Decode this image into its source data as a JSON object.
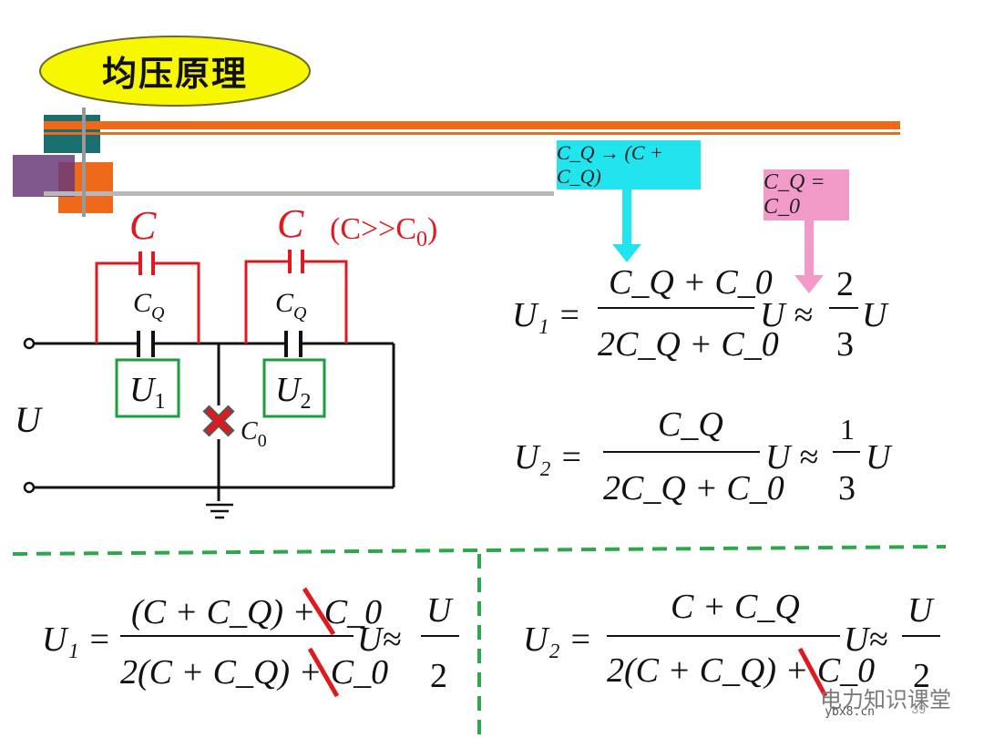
{
  "title": "均压原理",
  "circuit": {
    "cap_label_1": "C",
    "cap_label_2": "C",
    "condition": "(C>>C",
    "condition_sub": "0",
    "condition_close": ")",
    "cq_label": "C",
    "cq_sub": "Q",
    "u1_box": "U",
    "u1_sub": "1",
    "u2_box": "U",
    "u2_sub": "2",
    "source_label": "U",
    "c0_label": "C",
    "c0_sub": "0"
  },
  "tags": {
    "cyan": "C_Q → (C + C_Q)",
    "pink": "C_Q = C_0"
  },
  "equations": {
    "u1": {
      "lhs": "U₁ =",
      "num": "C_Q + C_0",
      "den": "2C_Q + C_0",
      "tail": "U ≈",
      "frac_num": "2",
      "frac_den": "3",
      "end": "U"
    },
    "u2": {
      "lhs": "U₂ =",
      "num": "C_Q",
      "den": "2C_Q + C_0",
      "tail": "U ≈",
      "frac_num": "1",
      "frac_den": "3",
      "end": "U"
    },
    "u1b": {
      "lhs": "U₁ =",
      "num": "(C + C_Q) + C_0",
      "den": "2(C + C_Q) + C_0",
      "tail": "U≈",
      "frac_num": "U",
      "frac_den": "2"
    },
    "u2b": {
      "lhs": "U₂ =",
      "num": "C + C_Q",
      "den": "2(C + C_Q) + C_0",
      "tail": "U≈",
      "frac_num": "U",
      "frac_den": "2"
    }
  },
  "footer": {
    "watermark": "电力知识课堂",
    "site": "ybx8.cn",
    "page": "39"
  },
  "colors": {
    "oval": "#f7f700",
    "orange_bar": "#ee6a1a",
    "teal": "#1a6e6e",
    "red_wire": "#e0191f",
    "green_box": "#1c9e3a",
    "dashed": "#2aa84a",
    "cyan": "#22e4ef",
    "pink": "#f29bc9",
    "strike": "#e0191f"
  }
}
